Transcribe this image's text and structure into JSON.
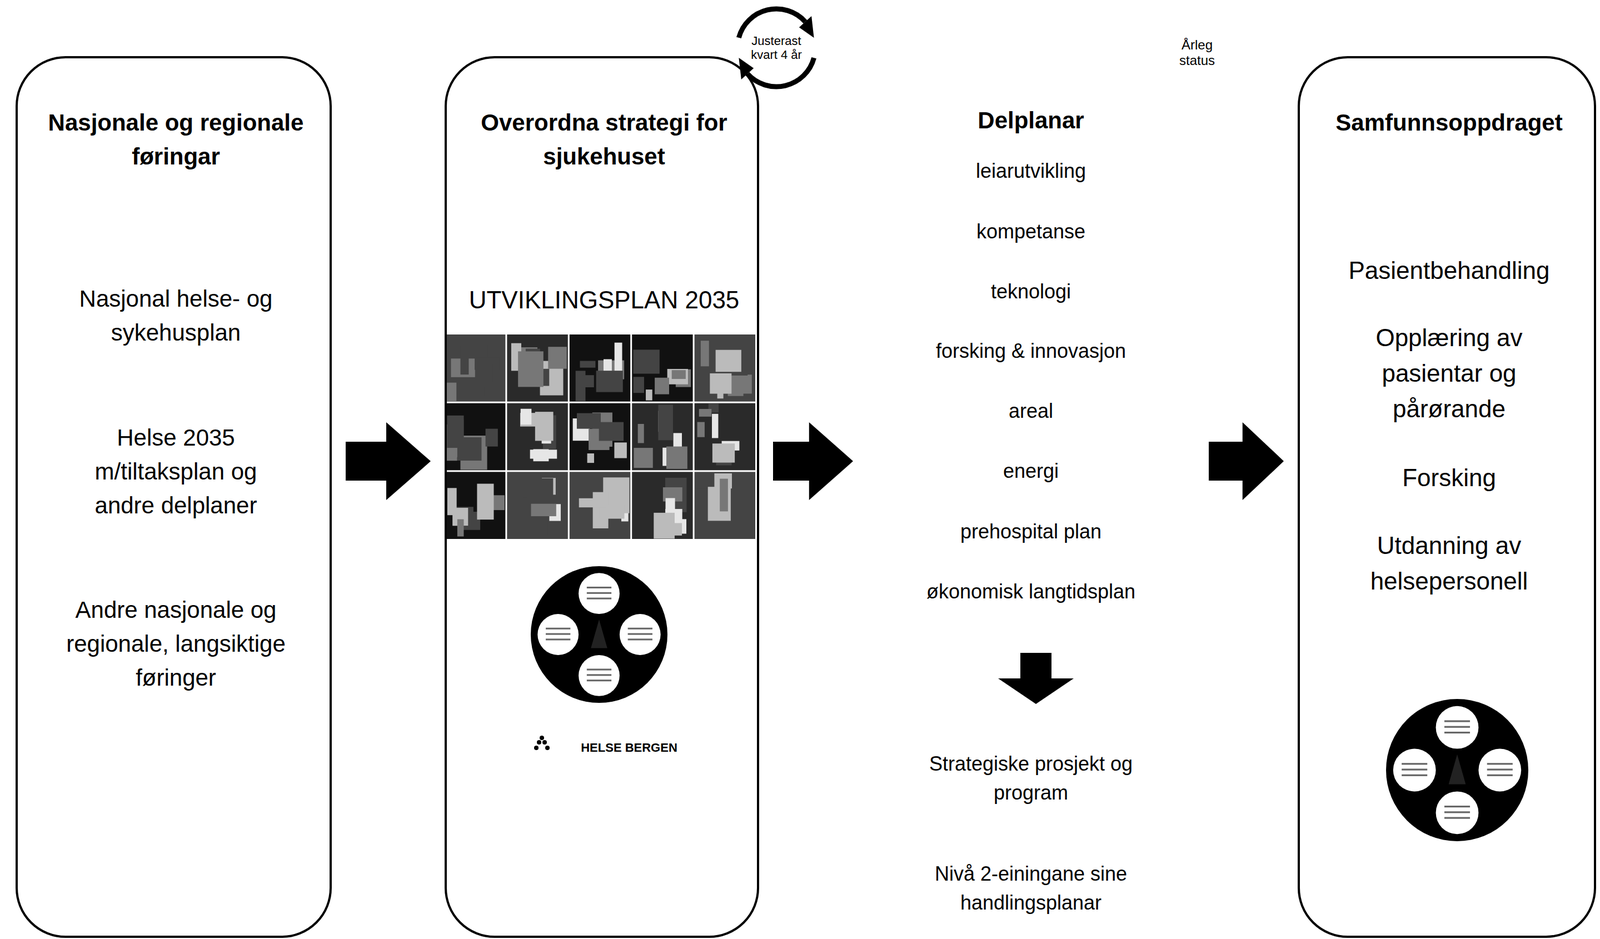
{
  "diagram": {
    "nodes": [
      {
        "text": [
          "Nasjonale og regionale føringar",
          "Nasjonal helse- og sykehusplan",
          "Helse 2035 m/tiltaksplan og andre delplaner",
          "Andre nasjonale og regionale, langsiktige føringer"
        ]
      },
      {
        "text": [
          "Overordna strategi for sjukehuset",
          "UTVIKLINGSPLAN 2035",
          "HELSE BERGEN"
        ]
      },
      {
        "text": [
          "Delplanar",
          "leiarutvikling",
          "kompetanse",
          "teknologi",
          "forsking & innovasjon",
          "areal",
          "energi",
          "prehospital plan",
          "økonomisk langtidsplan",
          "Strategiske prosjekt og program",
          "Nivå 2-einingane sine handlingsplanar"
        ]
      },
      {
        "text": [
          "Samfunnsoppdraget",
          "Pasientbehandling",
          "Opplæring av pasientar og pårørande",
          "Forsking",
          "Utdanning av helsepersonell"
        ]
      }
    ],
    "edges": [
      {
        "from": 0,
        "to": 1,
        "arrow": "to"
      },
      {
        "from": 1,
        "to": 2,
        "arrow": "to"
      },
      {
        "from": 2,
        "to": 3,
        "arrow": "to"
      }
    ],
    "labels": [
      "Justerast kvart 4 år",
      "Årleg status"
    ]
  }
}
